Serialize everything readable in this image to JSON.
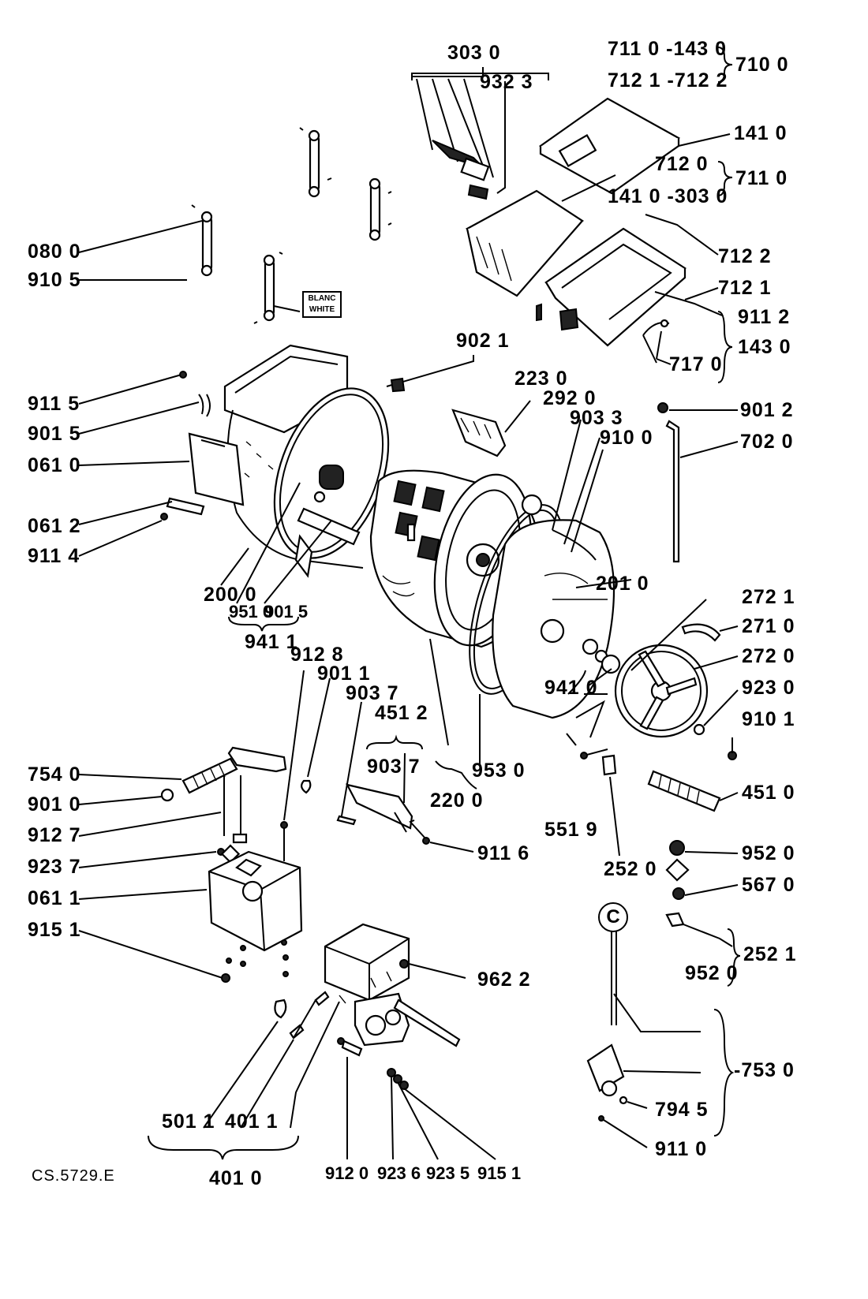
{
  "labels": {
    "l3030": "303 0",
    "l9323": "932 3",
    "l7110a": "711 0 -143 0",
    "l7121": "712 1 -712 2",
    "l7100": "710 0",
    "l1410": "141 0",
    "l7120": "712 0",
    "l7110b": "711 0",
    "l1410b": "141 0 -303 0",
    "l0800": "080 0",
    "l9105": "910 5",
    "l7122": "712 2",
    "l7121b": "712 1",
    "l9112": "911 2",
    "l1430": "143 0",
    "l7170": "717 0",
    "l9021": "902 1",
    "l2230": "223 0",
    "l2920": "292 0",
    "l9033": "903 3",
    "l9100": "910 0",
    "l9012": "901 2",
    "l7020": "702 0",
    "l9115": "911 5",
    "l9015": "901 5",
    "l0610": "061 0",
    "l0612": "061 2",
    "l9114": "911 4",
    "l2000": "200 0",
    "l9510": "951 0",
    "l9015b": "901 5",
    "l9411": "941 1",
    "l2010": "201 0",
    "l2721": "272 1",
    "l2710": "271 0",
    "l2720": "272 0",
    "l9410": "941 0",
    "l9230": "923 0",
    "l9101": "910 1",
    "l9128": "912 8",
    "l9011": "901 1",
    "l9037": "903 7",
    "l4512": "451 2",
    "l9037b": "903 7",
    "l7540": "754 0",
    "l9010": "901 0",
    "l9127": "912 7",
    "l9237": "923 7",
    "l0611": "061 1",
    "l9151": "915 1",
    "l2200": "220 0",
    "l9530": "953 0",
    "l9116": "911 6",
    "l5519": "551 9",
    "l2520": "252 0",
    "l4510": "451 0",
    "l9520": "952 0",
    "l5670": "567 0",
    "l2521": "252 1",
    "l9520b": "952 0",
    "l9622": "962 2",
    "l7530": "-753 0",
    "l7945": "794 5",
    "l9110": "911 0",
    "l5011": "501 1",
    "l4011": "401 1",
    "l4010": "401 0",
    "l9120": "912 0",
    "l9236": "923 6",
    "l9235": "923 5",
    "l9151b": "915 1"
  },
  "tag": {
    "line1": "BLANC",
    "line2": "WHITE"
  },
  "circle_mark": "C",
  "reference": "CS.5729.E"
}
